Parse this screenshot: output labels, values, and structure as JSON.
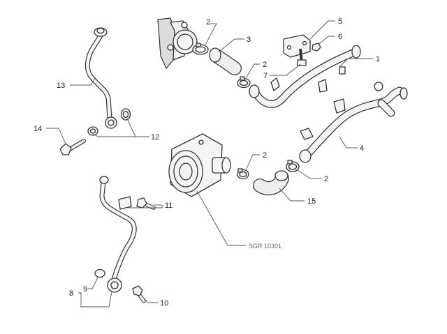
{
  "callouts": {
    "c1": "1",
    "c2a": "2",
    "c2b": "2",
    "c2c": "2",
    "c2d": "2",
    "c3": "3",
    "c4": "4",
    "c5": "5",
    "c6": "6",
    "c7": "7",
    "c8": "8",
    "c9": "9",
    "c10": "10",
    "c11": "11",
    "c12": "12",
    "c13": "13",
    "c14": "14",
    "c15": "15"
  },
  "reference_code": "SGR 10301"
}
